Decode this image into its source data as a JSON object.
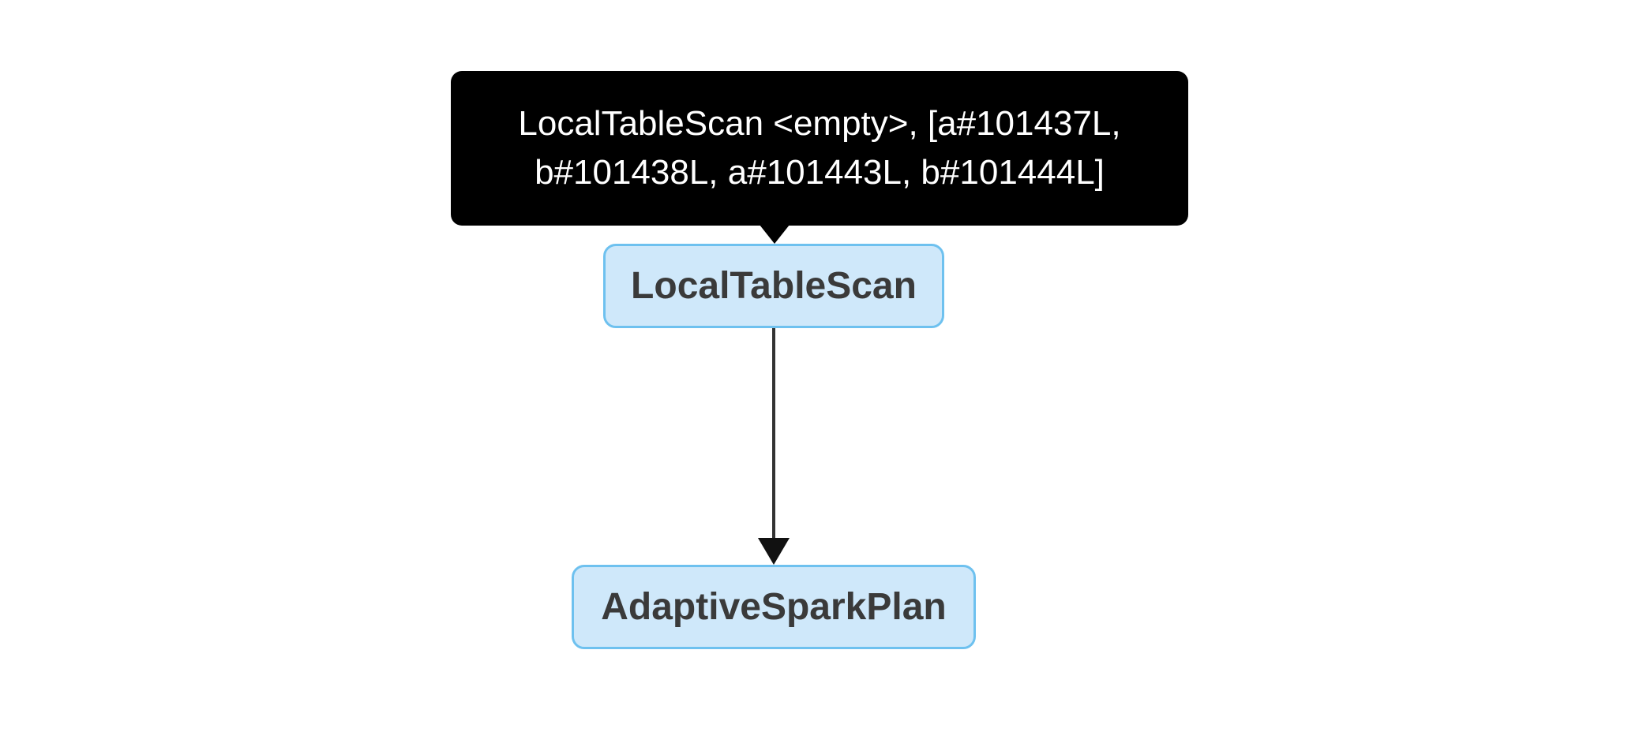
{
  "tooltip": {
    "text_line1": "LocalTableScan <empty>, [a#101437L,",
    "text_line2": "b#101438L, a#101443L, b#101444L]"
  },
  "nodes": [
    {
      "id": "scan",
      "label": "LocalTableScan"
    },
    {
      "id": "plan",
      "label": "AdaptiveSparkPlan"
    }
  ],
  "edges": [
    {
      "from": "scan",
      "to": "plan"
    }
  ],
  "colors": {
    "node_fill": "#cfe8fa",
    "node_border": "#6ec1ef",
    "node_text": "#3a3a3a",
    "tooltip_bg": "#000000",
    "tooltip_text": "#ffffff",
    "edge": "#333333"
  }
}
